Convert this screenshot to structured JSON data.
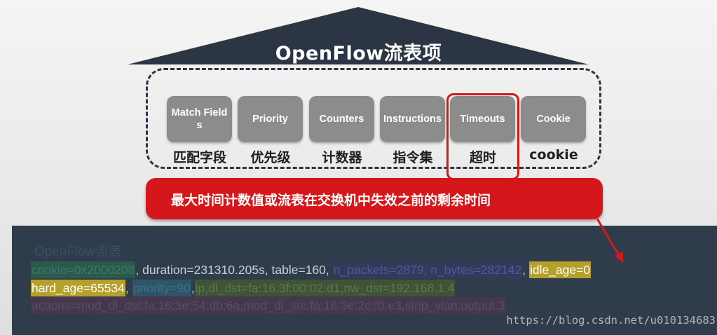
{
  "title": "OpenFlow流表项",
  "fields": [
    {
      "en": "Match Fields",
      "cn": "匹配字段"
    },
    {
      "en": "Priority",
      "cn": "优先级"
    },
    {
      "en": "Counters",
      "cn": "计数器"
    },
    {
      "en": "Instructions",
      "cn": "指令集"
    },
    {
      "en": "Timeouts",
      "cn": "超时"
    },
    {
      "en": "Cookie",
      "cn": "cookie"
    }
  ],
  "callout": "最大时间计数值或流表在交换机中失效之前的剩余时间",
  "panel": {
    "title": "OpenFlow流表",
    "line1": {
      "cookie": "cookie=0x2000208",
      "sep1": ", duration=231310.205s, table=160, ",
      "counters": "n_packets=2879, n_bytes=282142",
      "sep2": ", ",
      "idle": "idle_age=0"
    },
    "line2": {
      "hard": "hard_age=65534",
      "sep1": ", ",
      "priority": "priority=90",
      "sep2": ",",
      "match": "ip,dl_dst=fa:16:3f:00:02:d1,nw_dst=192.168.1.4"
    },
    "line3": {
      "actions": "actions=mod_dl_dst:fa:16:3e:54:db:6a,mod_dl_src:fa:16:3e:2c:f0:e3,strip_vlan,output:3"
    }
  },
  "watermark": "https://blog.csdn.net/u010134683",
  "colors": {
    "roof": "#2b3544",
    "field_box": "#8c8c8c",
    "highlight": "#d21a1a",
    "callout": "#d5161b",
    "panel": "#2f3c4c",
    "idle_hard_highlight": "#b5a12a"
  }
}
